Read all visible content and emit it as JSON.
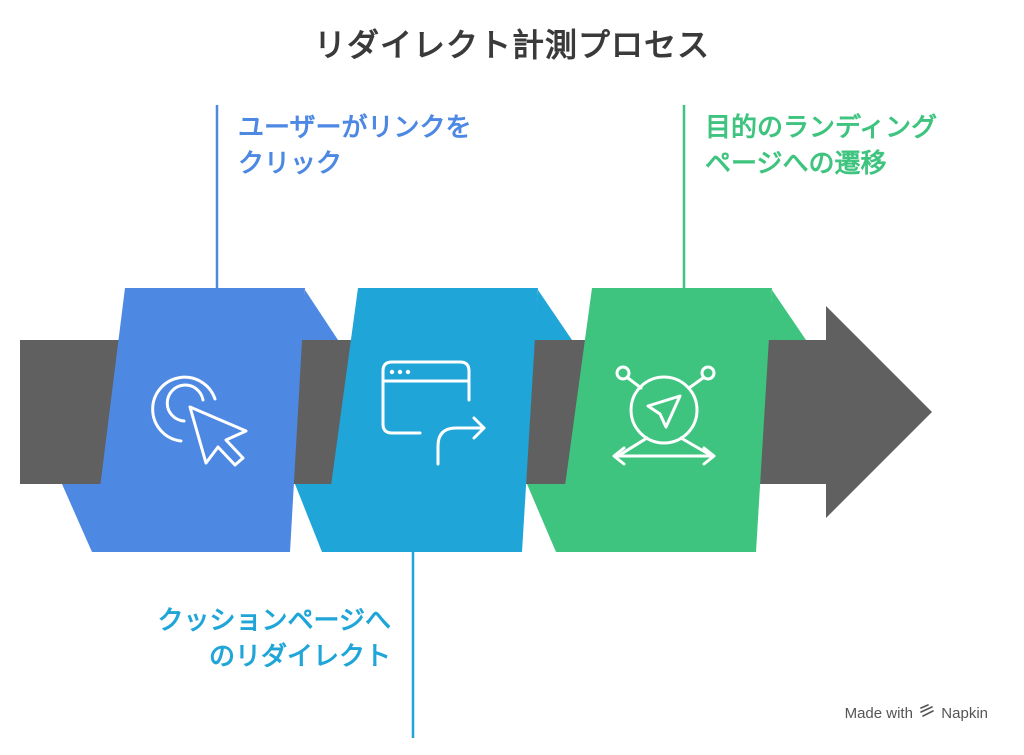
{
  "title": "リダイレクト計測プロセス",
  "steps": [
    {
      "lines": [
        "ユーザーがリンクを",
        "クリック"
      ],
      "color": "#4d88e3",
      "icon": "click-cursor-icon"
    },
    {
      "lines": [
        "クッションページへ",
        "のリダイレクト"
      ],
      "color": "#1fa5d8",
      "icon": "browser-redirect-icon"
    },
    {
      "lines": [
        "目的のランディング",
        "ページへの遷移"
      ],
      "color": "#3ec47f",
      "icon": "navigation-compass-icon"
    }
  ],
  "colors": {
    "arrow": "#606060",
    "title": "#3a3a3a"
  },
  "watermark": {
    "prefix": "Made with",
    "brand": "Napkin",
    "icon": "napkin-logo-icon"
  }
}
